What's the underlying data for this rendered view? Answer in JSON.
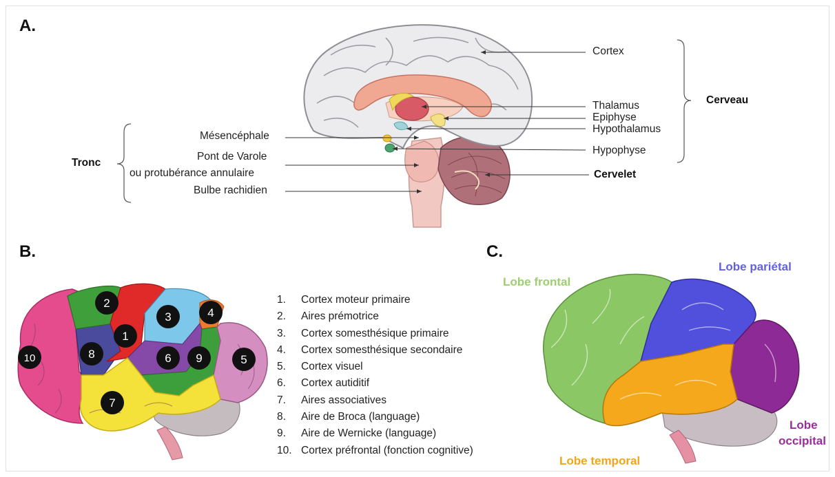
{
  "panels": {
    "a": "A.",
    "b": "B.",
    "c": "C."
  },
  "panel_a": {
    "right_labels": [
      "Cortex",
      "Thalamus",
      "Epiphyse",
      "Hypothalamus",
      "Hypophyse"
    ],
    "left_labels": [
      "Mésencéphale",
      "Pont de Varole",
      "ou protubérance annulaire",
      "Bulbe rachidien"
    ],
    "group_cerveau": "Cerveau",
    "group_tronc": "Tronc",
    "cervelet": "Cervelet"
  },
  "panel_b": {
    "area_markers": [
      "1",
      "2",
      "3",
      "4",
      "5",
      "6",
      "7",
      "8",
      "9",
      "10"
    ],
    "legend": [
      {
        "num": "1.",
        "text": "Cortex moteur primaire"
      },
      {
        "num": "2.",
        "text": "Aires prémotrice"
      },
      {
        "num": "3.",
        "text": "Cortex somesthésique primaire"
      },
      {
        "num": "4.",
        "text": "Cortex somesthésique secondaire"
      },
      {
        "num": "5.",
        "text": "Cortex visuel"
      },
      {
        "num": "6.",
        "text": "Cortex autiditif"
      },
      {
        "num": "7.",
        "text": "Aires associatives"
      },
      {
        "num": "8.",
        "text": "Aire de Broca (language)"
      },
      {
        "num": "9.",
        "text": "Aire de Wernicke (language)"
      },
      {
        "num": "10.",
        "text": "Cortex préfrontal (fonction cognitive)"
      }
    ]
  },
  "panel_c": {
    "lobe_frontal": "Lobe frontal",
    "lobe_parietal": "Lobe pariétal",
    "lobe_temporal": "Lobe temporal",
    "lobe_occipital_1": "Lobe",
    "lobe_occipital_2": "occipital"
  },
  "colors": {
    "frontal": "#8cc765",
    "parietal": "#5050dd",
    "temporal": "#f5a81c",
    "occipital": "#8e2a96",
    "frontal_label": "#9ccf6e",
    "parietal_label": "#6262e0",
    "temporal_label": "#f2a516",
    "occipital_label": "#9b2c9e"
  }
}
